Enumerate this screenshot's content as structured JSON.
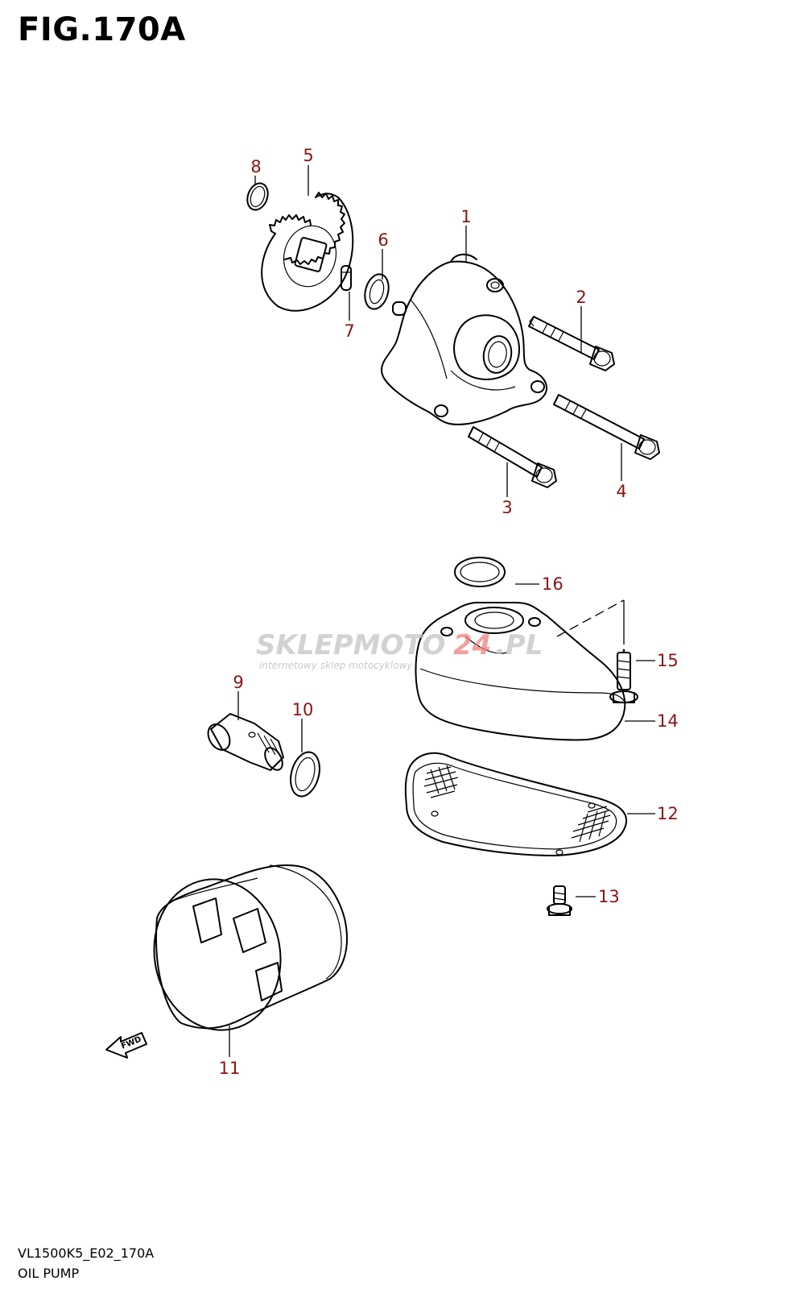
{
  "figure": {
    "title": "FIG.170A",
    "footer_code": "VL1500K5_E02_170A",
    "footer_title": "OIL PUMP"
  },
  "watermark": {
    "brand_a": "SKLEPMOTO",
    "brand_b": "24",
    "brand_c": ".PL",
    "tagline": "internetowy sklep motocyklowy"
  },
  "fwd_label": "FWD",
  "callouts": [
    "1",
    "2",
    "3",
    "4",
    "5",
    "6",
    "7",
    "8",
    "9",
    "10",
    "11",
    "12",
    "13",
    "14",
    "15",
    "16"
  ],
  "colors": {
    "callout": "#8b1414",
    "line": "#000000",
    "watermark_gray": "#c4c4c4",
    "watermark_red": "#f08080"
  }
}
